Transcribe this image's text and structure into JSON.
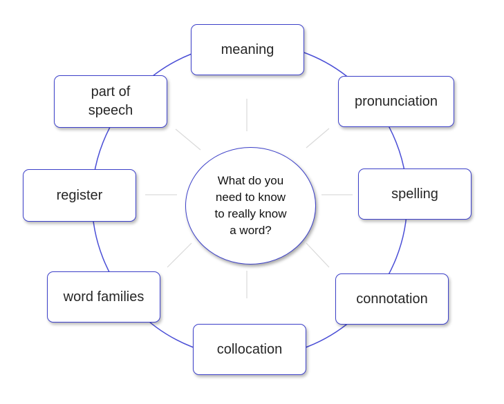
{
  "diagram": {
    "center": "What do you need to know to really know a word?",
    "nodes": {
      "meaning": "meaning",
      "pronunciation": "pronunciation",
      "spelling": "spelling",
      "connotation": "connotation",
      "collocation": "collocation",
      "word_families": "word families",
      "register": "register",
      "part_of_speech": "part of speech"
    }
  },
  "colors": {
    "ring": "#4a4ed6",
    "spokes": "#d9d9d9",
    "border": "#3b3fc9"
  }
}
